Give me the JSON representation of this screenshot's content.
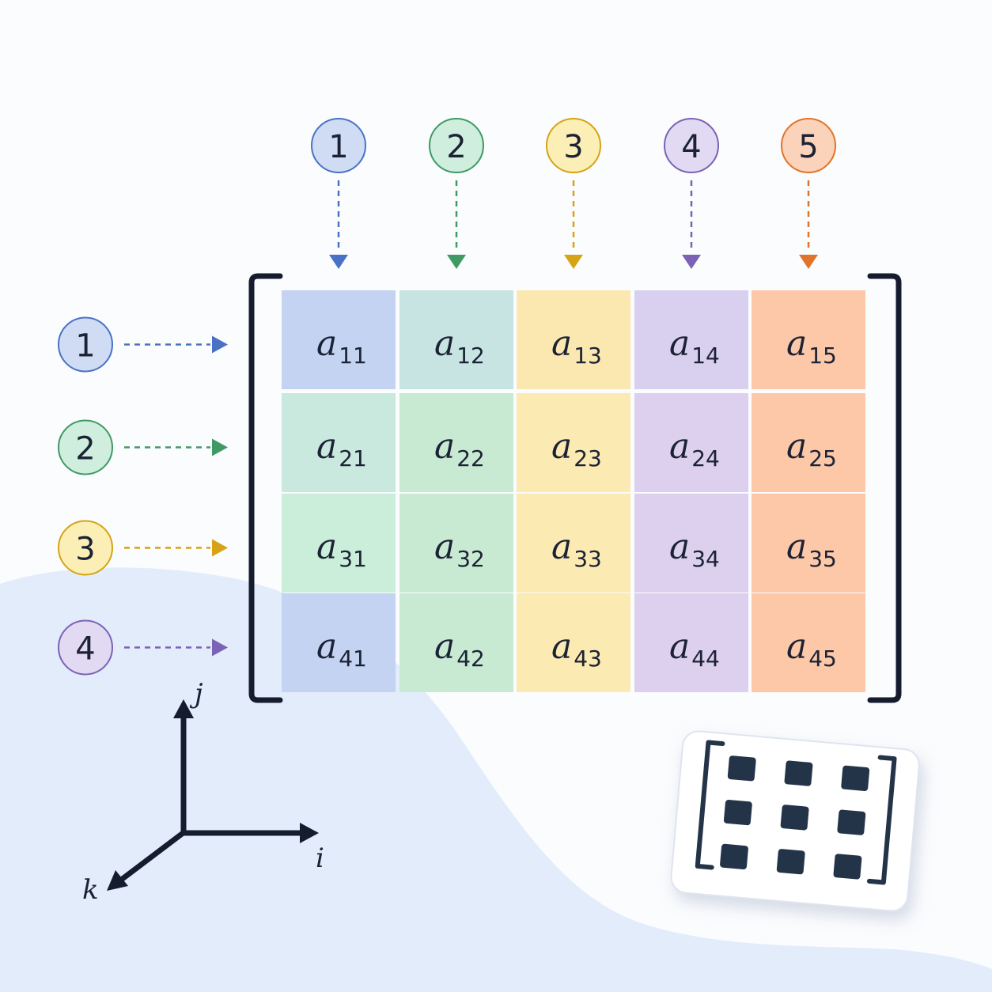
{
  "columns": [
    {
      "label": "1",
      "color": "#4a72c4",
      "fill": "#cfdcf4"
    },
    {
      "label": "2",
      "color": "#3f9a63",
      "fill": "#cfeedd"
    },
    {
      "label": "3",
      "color": "#d6a316",
      "fill": "#fbefb6"
    },
    {
      "label": "4",
      "color": "#7a63b4",
      "fill": "#e2d9f3"
    },
    {
      "label": "5",
      "color": "#e0742a",
      "fill": "#fbd3bb"
    }
  ],
  "rows": [
    {
      "label": "1",
      "color": "#4a72c4",
      "fill": "#cfdcf4"
    },
    {
      "label": "2",
      "color": "#3f9a63",
      "fill": "#cfeedd"
    },
    {
      "label": "3",
      "color": "#d6a316",
      "fill": "#fbefb6"
    },
    {
      "label": "4",
      "color": "#7a63b4",
      "fill": "#e2d9f3"
    }
  ],
  "matrix": {
    "variable": "a",
    "cells": [
      [
        {
          "sub": "11",
          "fill": "#c3d3f1"
        },
        {
          "sub": "12",
          "fill": "#c7e4e2"
        },
        {
          "sub": "13",
          "fill": "#fbe8b0"
        },
        {
          "sub": "14",
          "fill": "#d9cfee"
        },
        {
          "sub": "15",
          "fill": "#fcc8a8"
        }
      ],
      [
        {
          "sub": "21",
          "fill": "#c9e8de"
        },
        {
          "sub": "22",
          "fill": "#c8ead3"
        },
        {
          "sub": "23",
          "fill": "#fbeab2"
        },
        {
          "sub": "24",
          "fill": "#dcd0ee"
        },
        {
          "sub": "25",
          "fill": "#fcc8a8"
        }
      ],
      [
        {
          "sub": "31",
          "fill": "#caeed9"
        },
        {
          "sub": "32",
          "fill": "#c8ead3"
        },
        {
          "sub": "33",
          "fill": "#fbeab2"
        },
        {
          "sub": "34",
          "fill": "#dcd0ee"
        },
        {
          "sub": "35",
          "fill": "#fcc8a8"
        }
      ],
      [
        {
          "sub": "41",
          "fill": "#c3d3f1"
        },
        {
          "sub": "42",
          "fill": "#c8ead3"
        },
        {
          "sub": "43",
          "fill": "#fbeab2"
        },
        {
          "sub": "44",
          "fill": "#dcd0ee"
        },
        {
          "sub": "45",
          "fill": "#fcc8a8"
        }
      ]
    ]
  },
  "axes": {
    "x_label": "i",
    "y_label": "j",
    "z_label": "k",
    "color": "#151c2e"
  },
  "icon": {
    "name": "matrix-grid-icon",
    "square_color": "#243448",
    "bracket_color": "#243448"
  },
  "background": {
    "wave_color": "#e3ecfb",
    "page_color": "#fbfcfe"
  }
}
